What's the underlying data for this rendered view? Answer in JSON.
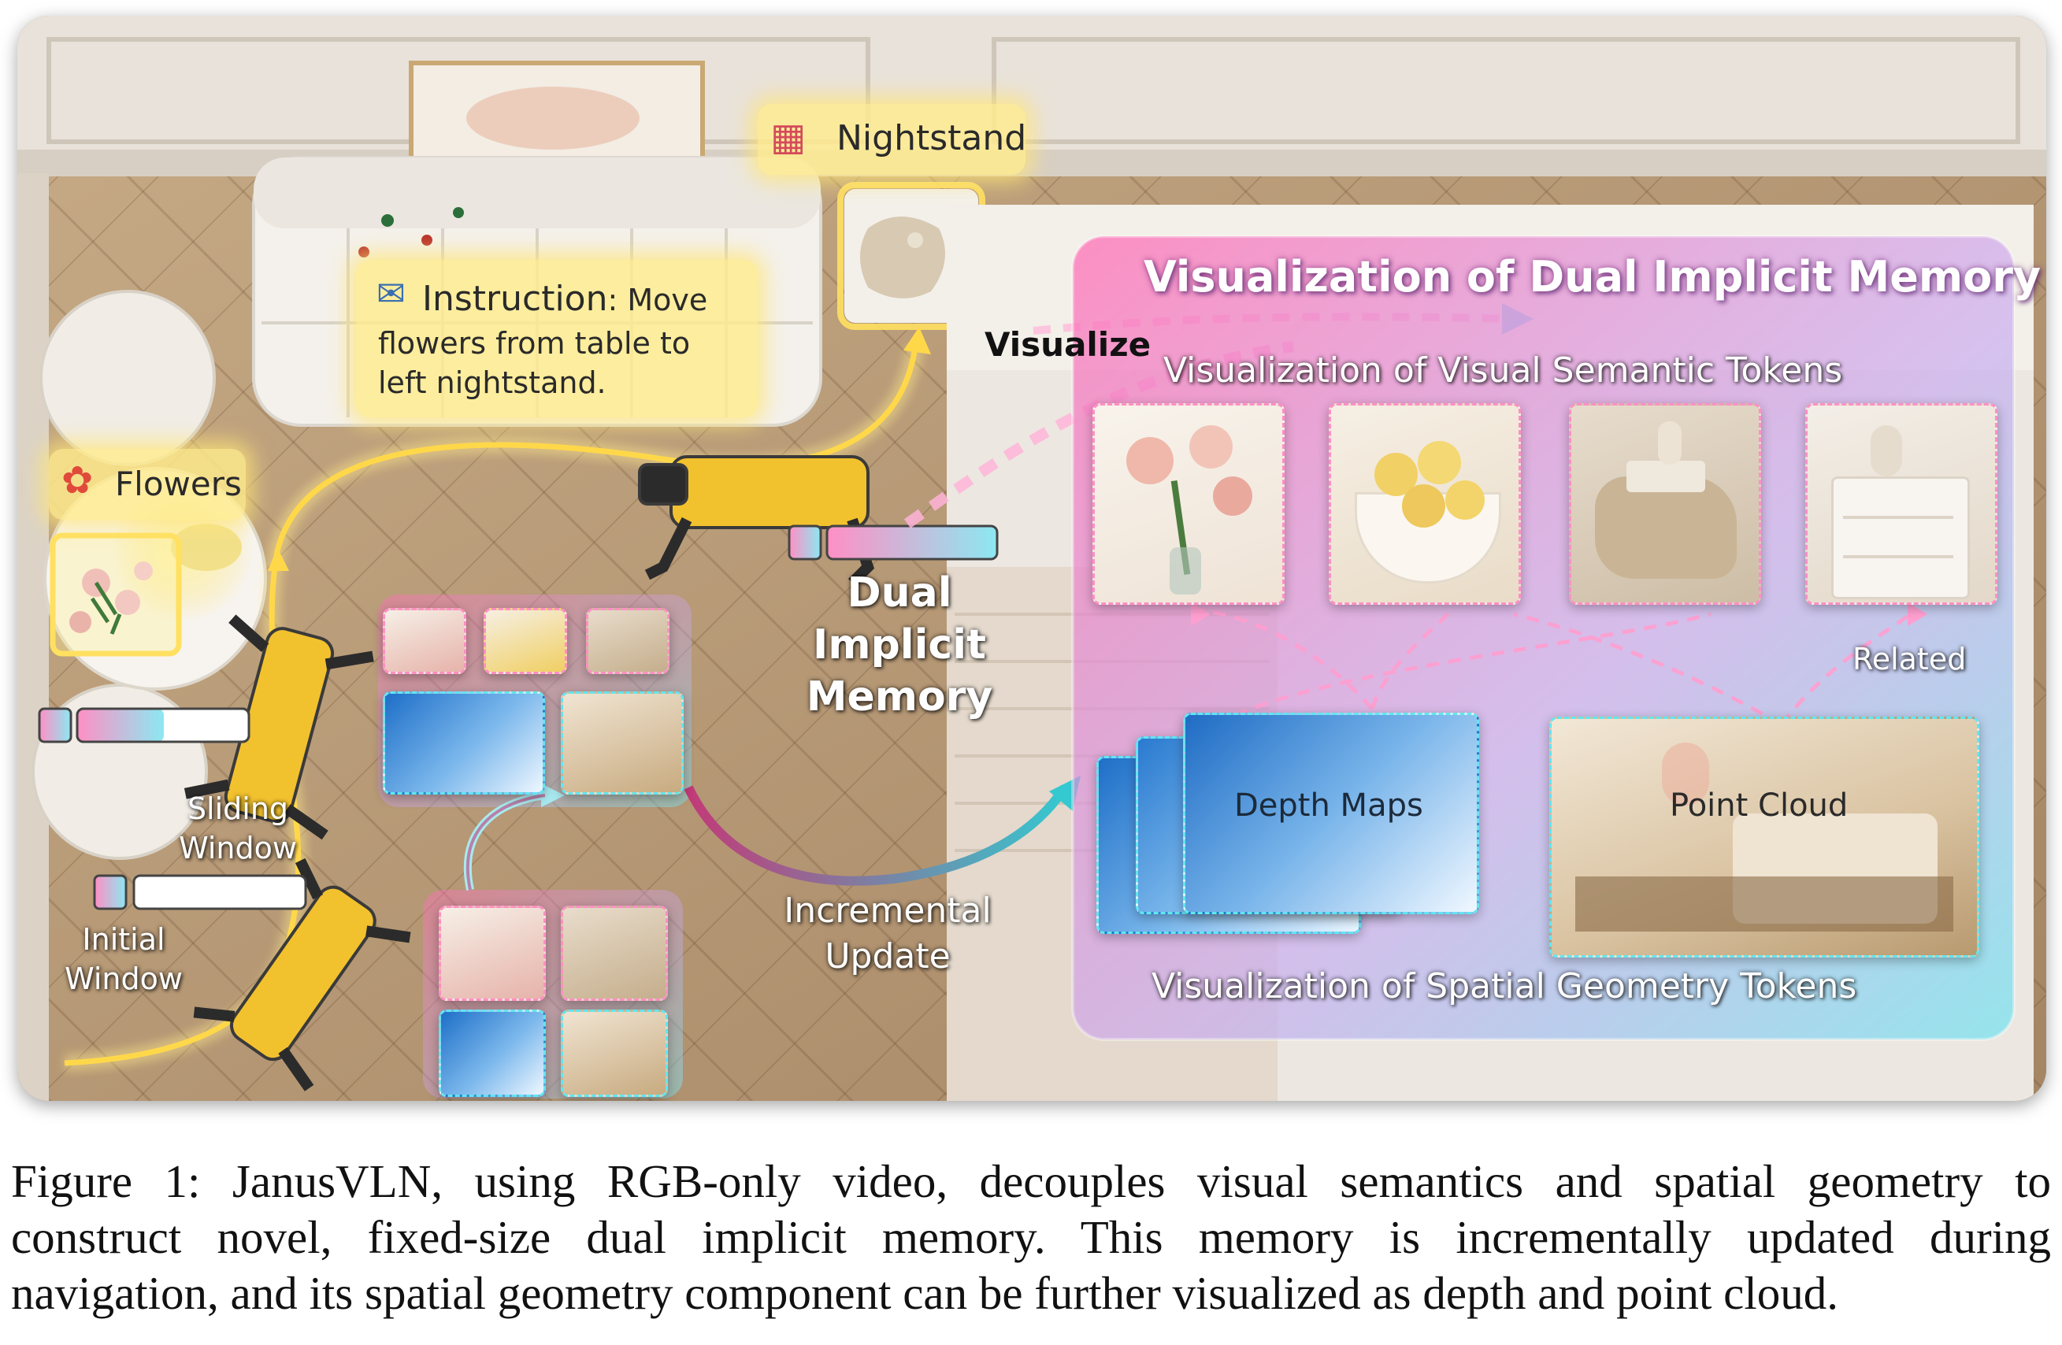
{
  "figure": {
    "labels": {
      "nightstand": "Nightstand",
      "flowers": "Flowers",
      "instruction_key": "Instruction",
      "instruction_lines": [
        ": Move",
        "flowers from table to",
        "left nightstand."
      ],
      "visualize": "Visualize",
      "dual_memory_lines": [
        "Dual",
        "Implicit",
        "Memory"
      ],
      "sliding_window_lines": [
        "Sliding",
        "Window"
      ],
      "initial_window_lines": [
        "Initial",
        "Window"
      ],
      "incremental_update_lines": [
        "Incremental",
        "Update"
      ],
      "related": "Related"
    },
    "panel": {
      "title": "Visualization of Dual Implicit Memory",
      "semantic_title": "Visualization of Visual Semantic Tokens",
      "geometry_title": "Visualization of Spatial Geometry Tokens",
      "depth_maps": "Depth Maps",
      "point_cloud": "Point Cloud"
    },
    "icons": [
      "nightstand-icon",
      "flowers-icon",
      "instruction-chat-icon",
      "robot-dog"
    ],
    "colors": {
      "pink": "#ff8fc4",
      "cyan": "#62e6f0",
      "yellow_path": "#ffd84a"
    }
  },
  "caption": {
    "lines": [
      "Figure 1: JanusVLN, using RGB-only video, decouples visual semantics and spatial geometry to",
      "construct novel, fixed-size dual implicit memory.  This memory is incrementally updated during",
      "navigation, and its spatial geometry component can be further visualized as depth and point cloud."
    ]
  }
}
